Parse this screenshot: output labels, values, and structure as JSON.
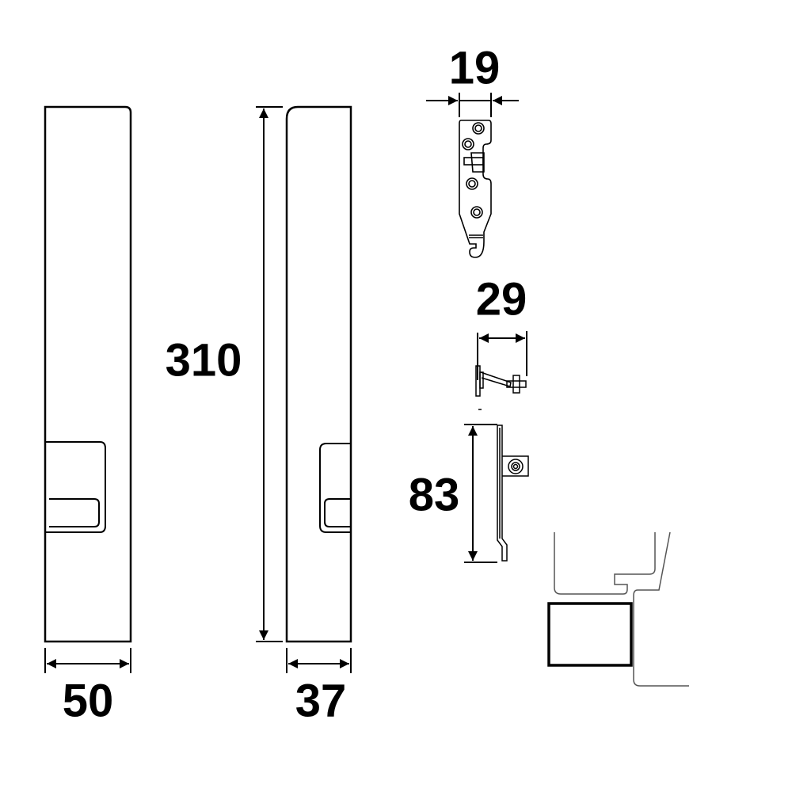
{
  "dimensions": {
    "front_width": "50",
    "height": "310",
    "side_depth": "37",
    "bracket_width": "19",
    "arm_width": "29",
    "bracket_height": "83"
  },
  "colors": {
    "line": "#000000",
    "section_line": "#555555"
  }
}
